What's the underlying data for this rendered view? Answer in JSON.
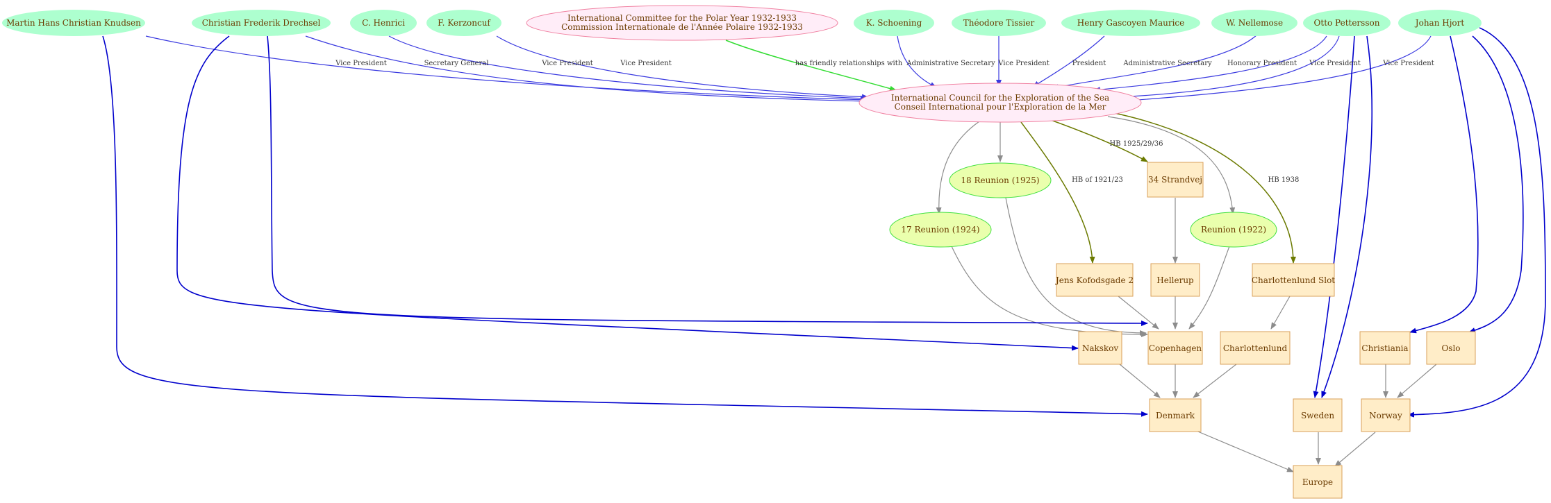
{
  "colors": {
    "person_fill": "#adffcf",
    "org_fill": "#ffedf8",
    "org_stroke": "#f080a0",
    "event_fill": "#eaffad",
    "event_stroke": "#3fe03f",
    "place_fill": "#ffedc8",
    "place_stroke": "#d9a05a",
    "role_edge": "#3a3ae0",
    "friendly_edge": "#33dd33",
    "location_edge": "#6b7a00",
    "place_link_edge": "#8c8c8c",
    "person_place_edge": "#0000cc"
  },
  "nodes": {
    "knudsen": "Martin Hans Christian Knudsen",
    "drechsel": "Christian Frederik Drechsel",
    "henrici": "C. Henrici",
    "kerzoncuf": "F. Kerzoncuf",
    "polar": [
      "International Committee for the Polar Year 1932-1933",
      "Commission Internationale de l'Année Polaire 1932-1933"
    ],
    "schoening": "K. Schoening",
    "tissier": "Théodore Tissier",
    "maurice": "Henry Gascoyen Maurice",
    "nellemose": "W. Nellemose",
    "pettersson": "Otto Pettersson",
    "hjort": "Johan Hjort",
    "ices": [
      "International Council for the Exploration of the Sea",
      "Conseil International pour l'Exploration de la Mer"
    ],
    "reunion18": "18 Reunion (1925)",
    "strandvej": "34 Strandvej",
    "reunion17": "17 Reunion (1924)",
    "reunion1922": "Reunion (1922)",
    "kofodsgade": "Jens Kofodsgade 2",
    "hellerup": "Hellerup",
    "charlottenlund_slot": "Charlottenlund Slot",
    "nakskov": "Nakskov",
    "copenhagen": "Copenhagen",
    "charlottenlund": "Charlottenlund",
    "christiania": "Christiania",
    "oslo": "Oslo",
    "denmark": "Denmark",
    "sweden": "Sweden",
    "norway": "Norway",
    "europe": "Europe"
  },
  "edge_labels": {
    "knudsen": "Vice President",
    "drechsel": "Secretary General",
    "henrici": "Vice President",
    "kerzoncuf": "Vice President",
    "polar": "has friendly relationships with",
    "schoening": "Administrative Secretary",
    "tissier": "Vice President",
    "maurice": "President",
    "nellemose": "Administrative Secretary",
    "pettersson_honorary": "Honorary President",
    "pettersson_vp": "Vice President",
    "hjort": "Vice President",
    "strandvej": "HB 1925/29/36",
    "kofodsgade": "HB of 1921/23",
    "charlottenlund_slot": "HB 1938"
  }
}
